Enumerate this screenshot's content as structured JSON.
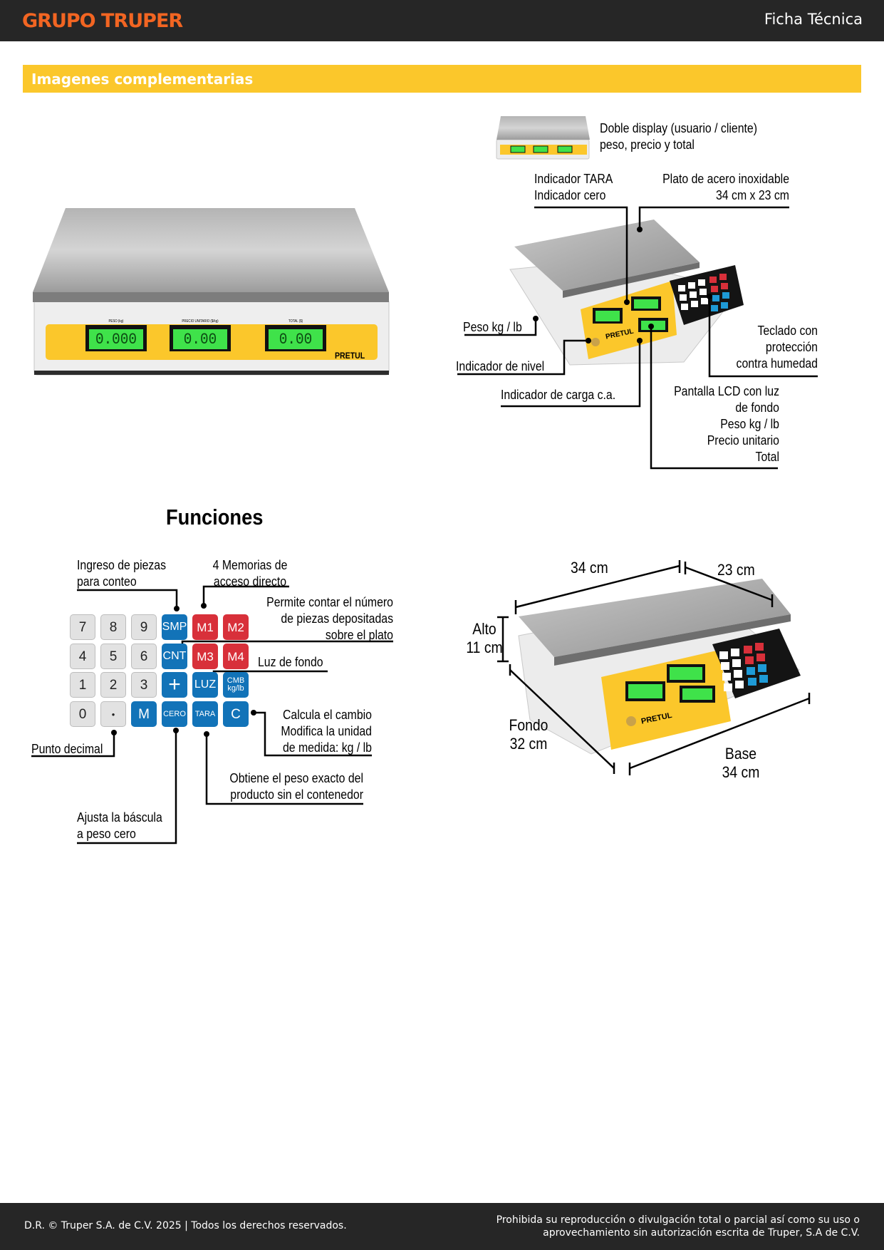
{
  "header": {
    "brand": "GRUPO TRUPER",
    "doc_type": "Ficha Técnica",
    "brand_color": "#f26522"
  },
  "section": {
    "title": "Imagenes complementarias",
    "color": "#fbc72b"
  },
  "scale": {
    "brand": "PRETUL",
    "display_values": [
      "0.000",
      "0.00",
      "0.00"
    ],
    "display_headers": [
      "PESO (kg)",
      "PRECIO UNITARIO ($/kg)",
      "TOTAL ($)"
    ]
  },
  "callouts": {
    "double_display": "Doble display (usuario / cliente)\npeso, precio y total",
    "tara_cero": "Indicador TARA\nIndicador cero",
    "plate": "Plato de acero inoxidable\n34 cm x 23 cm",
    "peso": "Peso kg / lb",
    "nivel": "Indicador de nivel",
    "carga": "Indicador de carga c.a.",
    "teclado": "Teclado con\nprotección\ncontra humedad",
    "lcd": "Pantalla LCD con luz\nde fondo\nPeso kg / lb\nPrecio unitario\nTotal"
  },
  "funciones": {
    "title": "Funciones",
    "labels": {
      "smp": "Ingreso de piezas\npara conteo",
      "memorias": "4 Memorias de\nacceso directo",
      "cnt": "Permite contar el número\nde piezas depositadas\nsobre el plato",
      "luz": "Luz de fondo",
      "punto": "Punto decimal",
      "cmb": "Calcula el cambio\nModifica la unidad\nde medida: kg / lb",
      "tara": "Obtiene el peso exacto del\nproducto sin el contenedor",
      "cero": "Ajusta la báscula\na peso cero"
    },
    "keys": {
      "k7": "7",
      "k8": "8",
      "k9": "9",
      "smp": "SMP",
      "m1": "M1",
      "m2": "M2",
      "k4": "4",
      "k5": "5",
      "k6": "6",
      "cnt": "CNT",
      "m3": "M3",
      "m4": "M4",
      "k1": "1",
      "k2": "2",
      "k3": "3",
      "plus": "+",
      "luz": "LUZ",
      "cmb": "CMB",
      "kglb": "kg/lb",
      "k0": "0",
      "dot": "•",
      "m": "M",
      "cero": "CERO",
      "tara": "TARA",
      "c": "C"
    }
  },
  "dimensions": {
    "width": "34 cm",
    "depth_top": "23 cm",
    "alto": "Alto\n11 cm",
    "fondo": "Fondo\n32 cm",
    "base": "Base\n34 cm"
  },
  "footer": {
    "copyright": "D.R. © Truper S.A. de C.V. 2025 | Todos los derechos reservados.",
    "legal": "Prohibida su reproducción o divulgación total o parcial así como su uso o aprovechamiento sin autorización escrita de Truper, S.A de C.V."
  }
}
